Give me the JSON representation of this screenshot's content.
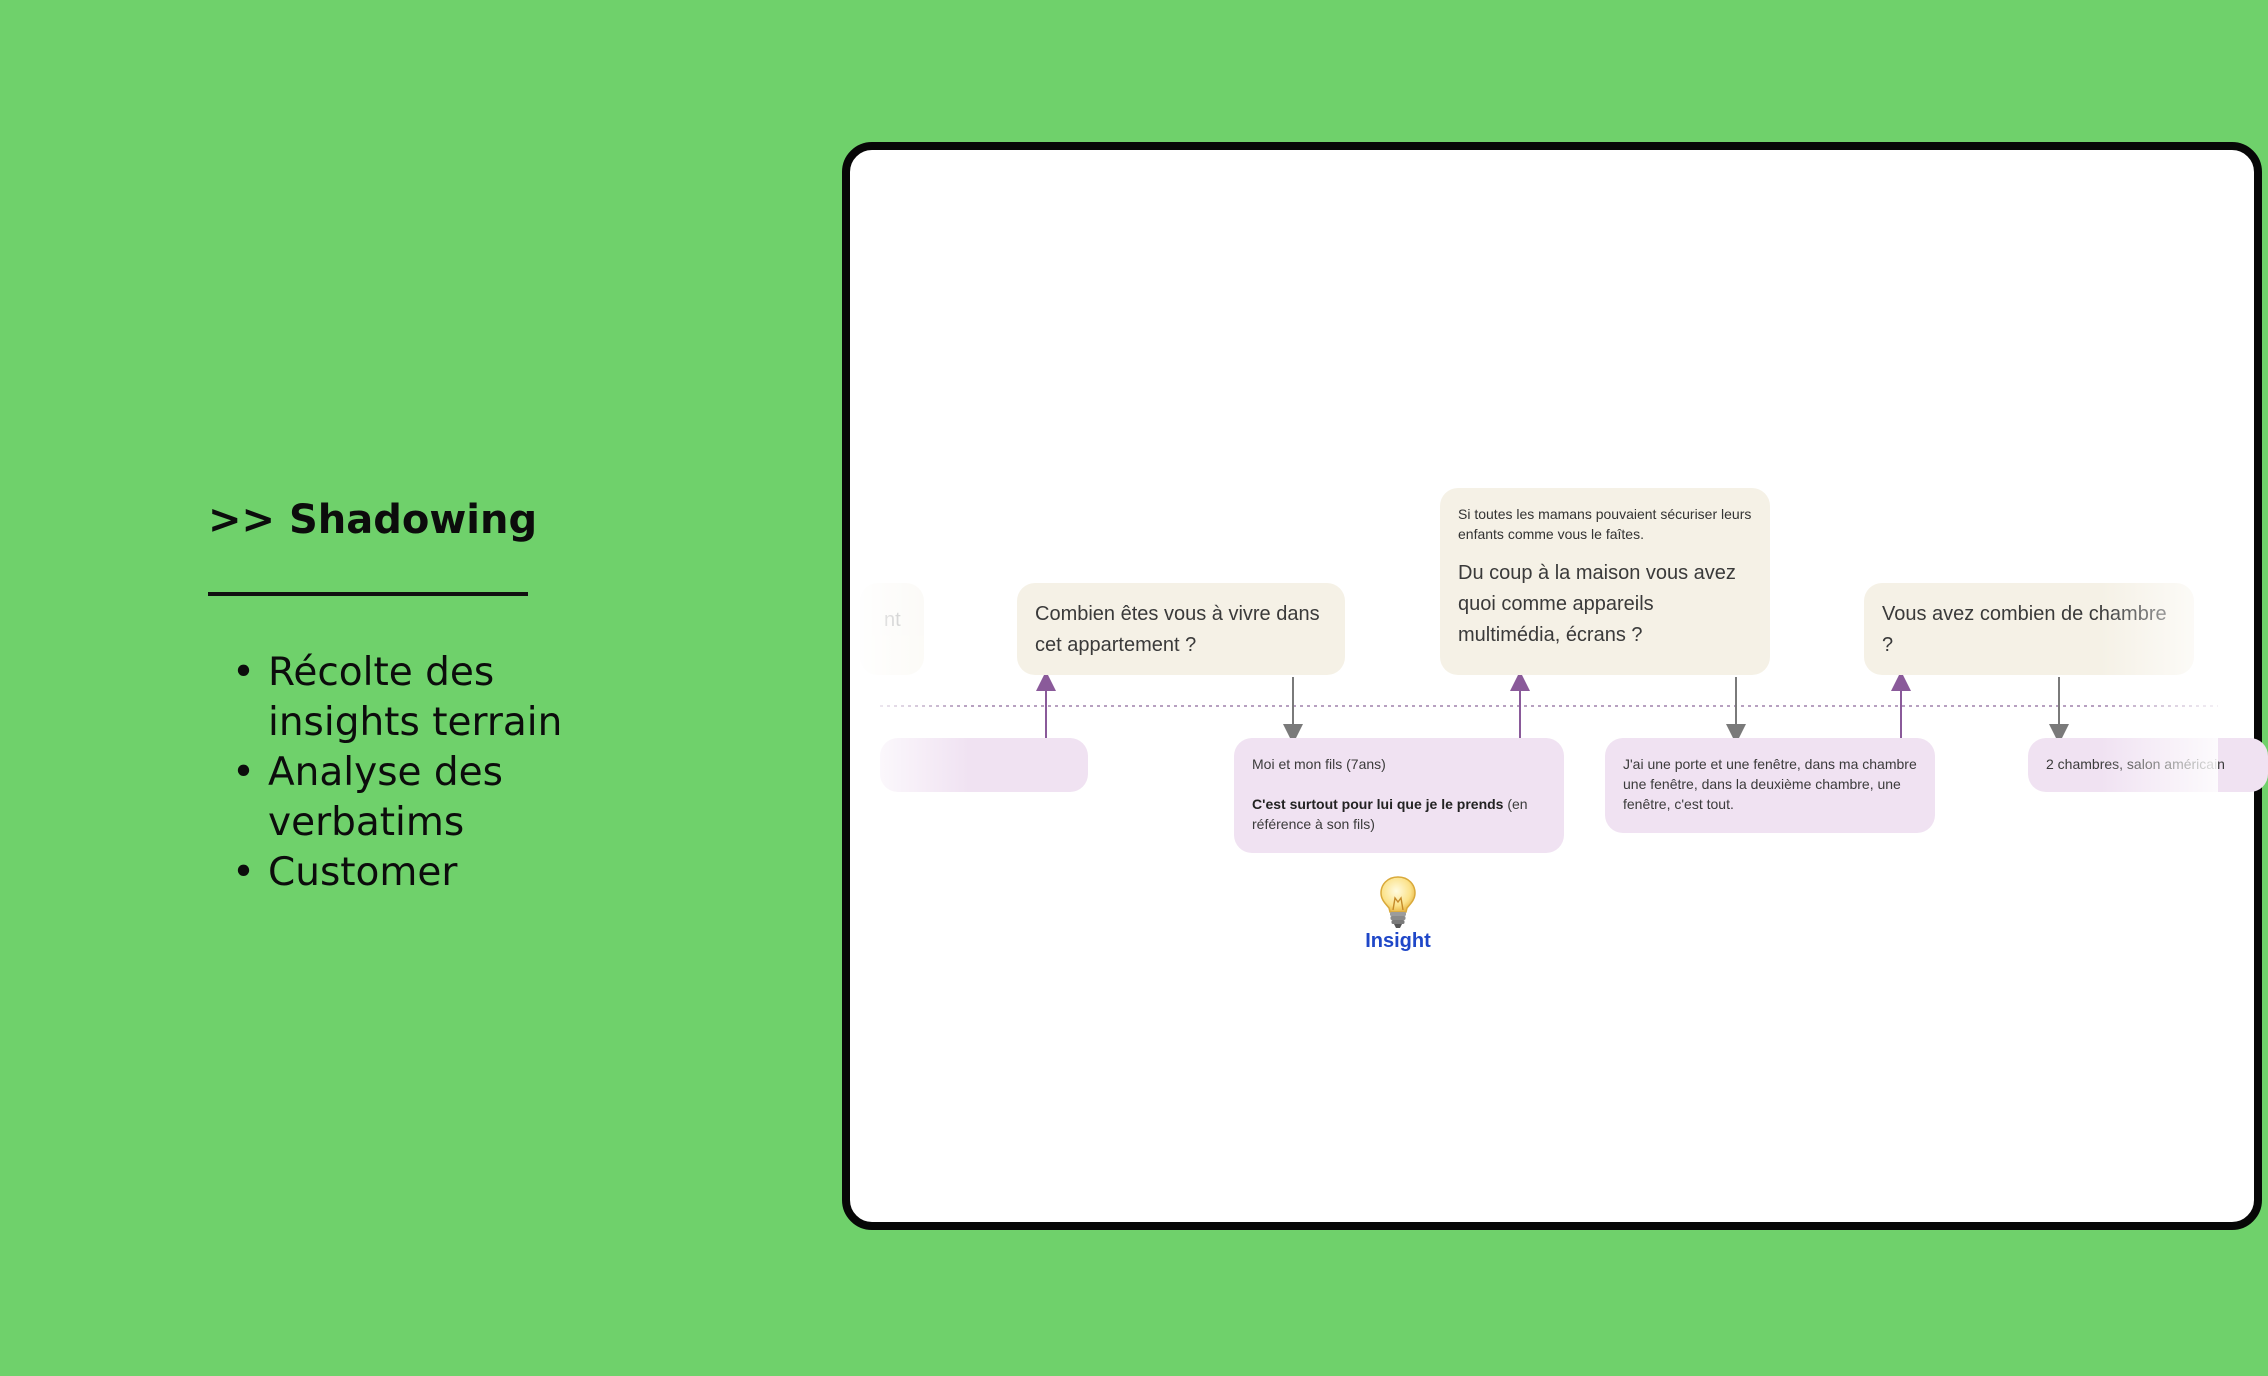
{
  "sidebar": {
    "title": ">> Shadowing",
    "bullets": [
      "Récolte des insights terrain",
      "Analyse des verbatims",
      "Customer"
    ]
  },
  "board": {
    "questions": [
      {
        "big": "Combien êtes vous à vivre dans cet appartement ?"
      },
      {
        "small": "Si toutes les mamans pouvaient sécuriser leurs enfants comme vous le faîtes.",
        "big": "Du coup à la maison vous avez quoi comme appareils multimédia, écrans  ?"
      },
      {
        "big": "Vous avez combien de chambre ?"
      },
      {
        "big": "nt"
      }
    ],
    "answers": [
      {
        "line1": "Moi et mon fils (7ans)",
        "bold": "C'est surtout pour lui que je le prends",
        "rest": " (en référence à son fils)"
      },
      {
        "text": "J'ai une porte et une fenêtre, dans ma chambre une fenêtre, dans la deuxième chambre, une fenêtre, c'est tout."
      },
      {
        "text": "2 chambres, salon américain"
      }
    ],
    "insight_label": "Insight",
    "colors": {
      "background": "#6fd16b",
      "question_card": "#f5f1e6",
      "answer_card": "#f0e2f2",
      "arrow_up": "#8a5a9a",
      "arrow_down": "#7a7a7a",
      "insight": "#1f47c8"
    }
  }
}
